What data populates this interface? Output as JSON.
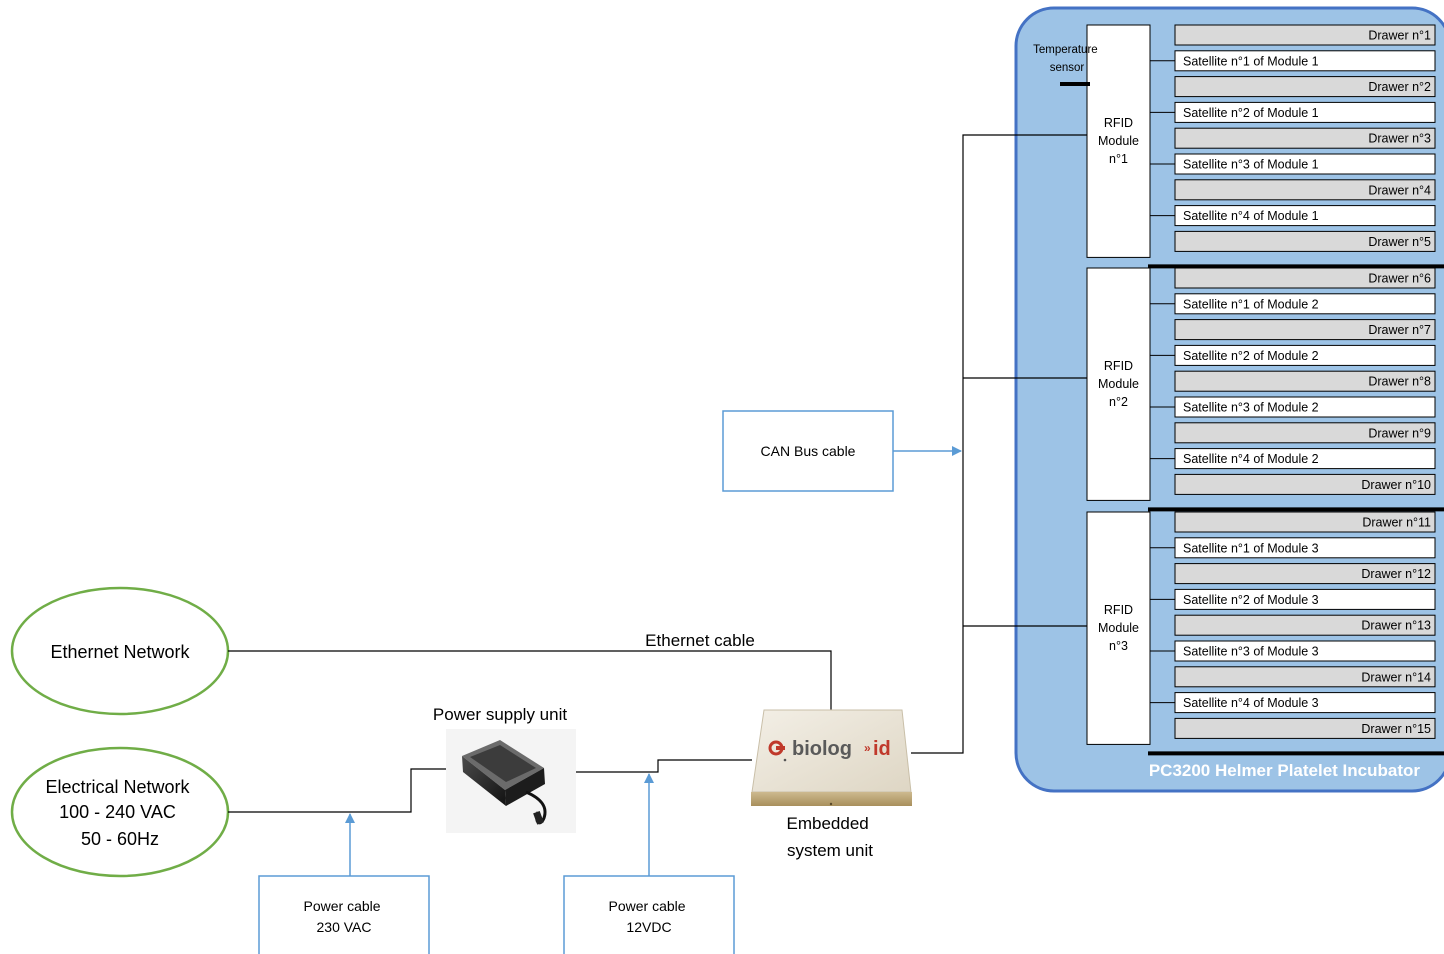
{
  "incubator": {
    "title": "PC3200 Helmer Platelet Incubator",
    "temperature_sensor": [
      "Temperature",
      "sensor"
    ],
    "modules": [
      {
        "label": [
          "RFID",
          "Module",
          "n°1"
        ],
        "rows": [
          {
            "kind": "drawer",
            "text": "Drawer n°1"
          },
          {
            "kind": "satellite",
            "text": "Satellite n°1 of Module 1"
          },
          {
            "kind": "drawer",
            "text": "Drawer n°2"
          },
          {
            "kind": "satellite",
            "text": "Satellite n°2 of Module 1"
          },
          {
            "kind": "drawer",
            "text": "Drawer n°3"
          },
          {
            "kind": "satellite",
            "text": "Satellite n°3 of Module 1"
          },
          {
            "kind": "drawer",
            "text": "Drawer n°4"
          },
          {
            "kind": "satellite",
            "text": "Satellite n°4 of Module 1"
          },
          {
            "kind": "drawer",
            "text": "Drawer n°5"
          }
        ]
      },
      {
        "label": [
          "RFID",
          "Module",
          "n°2"
        ],
        "rows": [
          {
            "kind": "drawer",
            "text": "Drawer n°6"
          },
          {
            "kind": "satellite",
            "text": "Satellite n°1 of Module 2"
          },
          {
            "kind": "drawer",
            "text": "Drawer n°7"
          },
          {
            "kind": "satellite",
            "text": "Satellite n°2 of Module 2"
          },
          {
            "kind": "drawer",
            "text": "Drawer n°8"
          },
          {
            "kind": "satellite",
            "text": "Satellite n°3 of Module 2"
          },
          {
            "kind": "drawer",
            "text": "Drawer n°9"
          },
          {
            "kind": "satellite",
            "text": "Satellite n°4 of Module 2"
          },
          {
            "kind": "drawer",
            "text": "Drawer n°10"
          }
        ]
      },
      {
        "label": [
          "RFID",
          "Module",
          "n°3"
        ],
        "rows": [
          {
            "kind": "drawer",
            "text": "Drawer n°11"
          },
          {
            "kind": "satellite",
            "text": "Satellite n°1 of Module 3"
          },
          {
            "kind": "drawer",
            "text": "Drawer n°12"
          },
          {
            "kind": "satellite",
            "text": "Satellite n°2 of Module 3"
          },
          {
            "kind": "drawer",
            "text": "Drawer n°13"
          },
          {
            "kind": "satellite",
            "text": "Satellite n°3 of Module 3"
          },
          {
            "kind": "drawer",
            "text": "Drawer n°14"
          },
          {
            "kind": "satellite",
            "text": "Satellite n°4 of Module 3"
          },
          {
            "kind": "drawer",
            "text": "Drawer n°15"
          }
        ]
      }
    ]
  },
  "networks": {
    "ethernet": [
      "Ethernet Network"
    ],
    "electrical": [
      "Electrical Network",
      "100 - 240 VAC",
      "50 - 60Hz"
    ]
  },
  "cables": {
    "ethernet_label": "Ethernet cable",
    "can_bus": "CAN Bus cable",
    "power_230": [
      "Power cable",
      "230 VAC"
    ],
    "power_12": [
      "Power cable",
      "12VDC"
    ]
  },
  "devices": {
    "power_supply_title": "Power supply unit",
    "embedded_title": [
      "Embedded",
      "system unit"
    ],
    "embedded_logo_left": "biolog",
    "embedded_logo_right": "id"
  },
  "colors": {
    "incubator_fill": "#9dc3e6",
    "incubator_border": "#4472c4",
    "incubator_title": "#ffffff",
    "drawer_fill": "#d9d9d9",
    "ellipse_border": "#70ad47",
    "callout_border": "#5b9bd5",
    "logo_red": "#c0392b",
    "logo_grey": "#5a5a5a"
  }
}
